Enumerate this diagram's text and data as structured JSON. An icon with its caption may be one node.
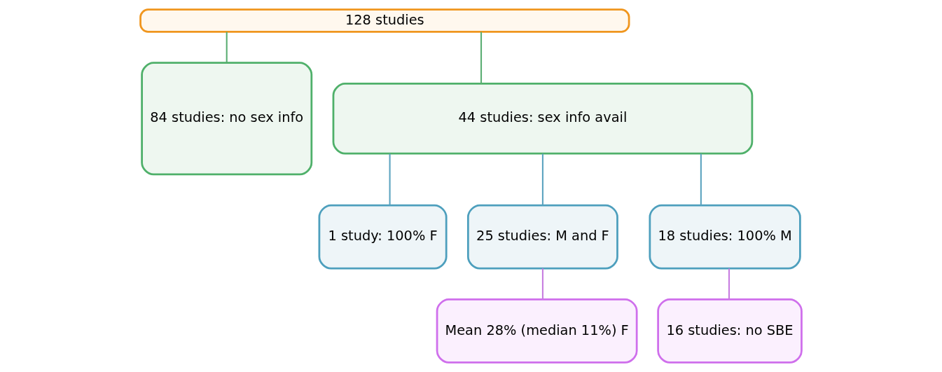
{
  "diagram": {
    "nodes": [
      {
        "text": [
          "128 studies"
        ]
      },
      {
        "text": [
          "84 studies: no sex info"
        ]
      },
      {
        "text": [
          "44 studies: sex info avail"
        ]
      },
      {
        "text": [
          "1 study: 100% F"
        ]
      },
      {
        "text": [
          "25 studies: M and F"
        ]
      },
      {
        "text": [
          "18 studies: 100% M"
        ]
      },
      {
        "text": [
          "Mean 28% (median 11%) F"
        ]
      },
      {
        "text": [
          "16 studies: no SBE"
        ]
      }
    ],
    "edges": [
      {
        "from": 0,
        "to": 1,
        "arrow": "none",
        "color": "#5aad72"
      },
      {
        "from": 0,
        "to": 2,
        "arrow": "none",
        "color": "#5aad72"
      },
      {
        "from": 2,
        "to": 3,
        "arrow": "none",
        "color": "#5ba3bf"
      },
      {
        "from": 2,
        "to": 4,
        "arrow": "none",
        "color": "#5ba3bf"
      },
      {
        "from": 2,
        "to": 5,
        "arrow": "none",
        "color": "#5ba3bf"
      },
      {
        "from": 4,
        "to": 6,
        "arrow": "none",
        "color": "#c77ce0"
      },
      {
        "from": 5,
        "to": 7,
        "arrow": "none",
        "color": "#c77ce0"
      }
    ]
  }
}
